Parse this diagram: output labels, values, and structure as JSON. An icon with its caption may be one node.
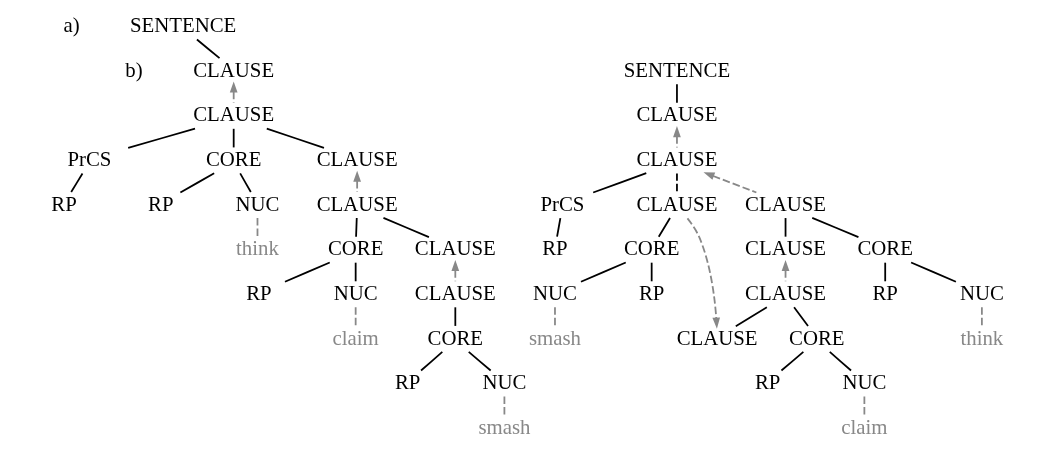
{
  "diagram": {
    "nodes": [
      {
        "text": [
          "SENTENCE"
        ]
      },
      {
        "text": [
          "CLAUSE"
        ]
      },
      {
        "text": [
          "CLAUSE"
        ]
      },
      {
        "text": [
          "PrCS"
        ]
      },
      {
        "text": [
          "CORE"
        ]
      },
      {
        "text": [
          "CLAUSE"
        ]
      },
      {
        "text": [
          "RP"
        ]
      },
      {
        "text": [
          "RP"
        ]
      },
      {
        "text": [
          "NUC"
        ]
      },
      {
        "text": [
          "think"
        ]
      },
      {
        "text": [
          "CLAUSE"
        ]
      },
      {
        "text": [
          "CORE"
        ]
      },
      {
        "text": [
          "CLAUSE"
        ]
      },
      {
        "text": [
          "RP"
        ]
      },
      {
        "text": [
          "NUC"
        ]
      },
      {
        "text": [
          "claim"
        ]
      },
      {
        "text": [
          "CLAUSE"
        ]
      },
      {
        "text": [
          "CORE"
        ]
      },
      {
        "text": [
          "RP"
        ]
      },
      {
        "text": [
          "NUC"
        ]
      },
      {
        "text": [
          "smash"
        ]
      },
      {
        "text": [
          "SENTENCE"
        ]
      },
      {
        "text": [
          "CLAUSE"
        ]
      },
      {
        "text": [
          "CLAUSE"
        ]
      },
      {
        "text": [
          "PrCS"
        ]
      },
      {
        "text": [
          "CLAUSE"
        ]
      },
      {
        "text": [
          "RP"
        ]
      },
      {
        "text": [
          "CORE"
        ]
      },
      {
        "text": [
          "RP"
        ]
      },
      {
        "text": [
          "NUC"
        ]
      },
      {
        "text": [
          "smash"
        ]
      },
      {
        "text": [
          "CLAUSE"
        ]
      },
      {
        "text": [
          "CORE"
        ]
      },
      {
        "text": [
          "CLAUSE"
        ]
      },
      {
        "text": [
          "RP"
        ]
      },
      {
        "text": [
          "NUC"
        ]
      },
      {
        "text": [
          "think"
        ]
      },
      {
        "text": [
          "CLAUSE"
        ]
      },
      {
        "text": [
          "CORE"
        ]
      },
      {
        "text": [
          "CLAUSE"
        ]
      },
      {
        "text": [
          "RP"
        ]
      },
      {
        "text": [
          "NUC"
        ]
      },
      {
        "text": [
          "claim"
        ]
      }
    ],
    "edges": [
      {
        "from": 0,
        "to": 1,
        "arrow": "none"
      },
      {
        "from": 2,
        "to": 1,
        "arrow": "to",
        "style": "dashed",
        "color": "#888888"
      },
      {
        "from": 2,
        "to": 3,
        "arrow": "none"
      },
      {
        "from": 2,
        "to": 4,
        "arrow": "none"
      },
      {
        "from": 2,
        "to": 5,
        "arrow": "none"
      },
      {
        "from": 3,
        "to": 6,
        "arrow": "none"
      },
      {
        "from": 4,
        "to": 7,
        "arrow": "none"
      },
      {
        "from": 4,
        "to": 8,
        "arrow": "none"
      },
      {
        "from": 8,
        "to": 9,
        "arrow": "none",
        "style": "dashed",
        "color": "#888888"
      },
      {
        "from": 10,
        "to": 5,
        "arrow": "to",
        "style": "dashed",
        "color": "#888888"
      },
      {
        "from": 10,
        "to": 11,
        "arrow": "none"
      },
      {
        "from": 10,
        "to": 12,
        "arrow": "none"
      },
      {
        "from": 11,
        "to": 13,
        "arrow": "none"
      },
      {
        "from": 11,
        "to": 14,
        "arrow": "none"
      },
      {
        "from": 14,
        "to": 15,
        "arrow": "none",
        "style": "dashed",
        "color": "#888888"
      },
      {
        "from": 16,
        "to": 12,
        "arrow": "to",
        "style": "dashed",
        "color": "#888888"
      },
      {
        "from": 16,
        "to": 17,
        "arrow": "none"
      },
      {
        "from": 17,
        "to": 18,
        "arrow": "none"
      },
      {
        "from": 17,
        "to": 19,
        "arrow": "none"
      },
      {
        "from": 19,
        "to": 20,
        "arrow": "none",
        "style": "dashed",
        "color": "#888888"
      },
      {
        "from": 21,
        "to": 22,
        "arrow": "none"
      },
      {
        "from": 23,
        "to": 22,
        "arrow": "to",
        "style": "dashed",
        "color": "#888888"
      },
      {
        "from": 23,
        "to": 24,
        "arrow": "none"
      },
      {
        "from": 23,
        "to": 25,
        "arrow": "none",
        "style": "dashed"
      },
      {
        "from": 24,
        "to": 26,
        "arrow": "none"
      },
      {
        "from": 25,
        "to": 27,
        "arrow": "none"
      },
      {
        "from": 27,
        "to": 28,
        "arrow": "none"
      },
      {
        "from": 27,
        "to": 29,
        "arrow": "none"
      },
      {
        "from": 29,
        "to": 30,
        "arrow": "none",
        "style": "dashed",
        "color": "#888888"
      },
      {
        "from": 31,
        "to": 23,
        "arrow": "to",
        "style": "dashed",
        "color": "#888888"
      },
      {
        "from": 31,
        "to": 32,
        "arrow": "none"
      },
      {
        "from": 31,
        "to": 33,
        "arrow": "none"
      },
      {
        "from": 32,
        "to": 34,
        "arrow": "none"
      },
      {
        "from": 32,
        "to": 35,
        "arrow": "none"
      },
      {
        "from": 35,
        "to": 36,
        "arrow": "none",
        "style": "dashed",
        "color": "#888888"
      },
      {
        "from": 37,
        "to": 33,
        "arrow": "to",
        "style": "dashed",
        "color": "#888888"
      },
      {
        "from": 37,
        "to": 38,
        "arrow": "none"
      },
      {
        "from": 37,
        "to": 39,
        "arrow": "none"
      },
      {
        "from": 38,
        "to": 40,
        "arrow": "none"
      },
      {
        "from": 38,
        "to": 41,
        "arrow": "none"
      },
      {
        "from": 41,
        "to": 42,
        "arrow": "none",
        "style": "dashed",
        "color": "#888888"
      },
      {
        "from": 25,
        "to": 39,
        "arrow": "to",
        "style": "dashed",
        "color": "#888888"
      }
    ],
    "labels": [
      "a)",
      "b)"
    ]
  }
}
